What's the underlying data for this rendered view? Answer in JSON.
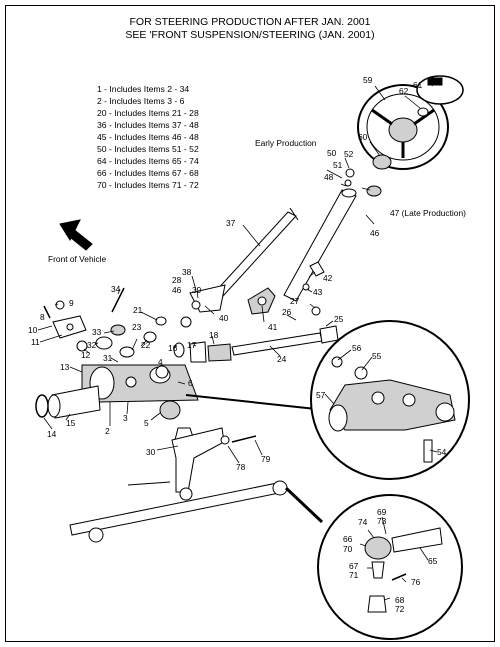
{
  "header": {
    "line1": "FOR STEERING PRODUCTION AFTER JAN. 2001",
    "line2": "SEE 'FRONT SUSPENSION/STEERING (JAN. 2001)"
  },
  "includes": [
    "1 - Includes Items 2 - 34",
    "2 - Includes Items 3 - 6",
    "20 - Includes Items 21 - 28",
    "36 - Includes Items 37 - 48",
    "45 - Includes Items 46 - 48",
    "50 - Includes Items 51 - 52",
    "64 - Includes Items 65 - 74",
    "66 - Includes Items 67 - 68",
    "70 - Includes Items 71 - 72"
  ],
  "notes": {
    "early_production": "Early Production",
    "late_production": "47 (Late Production)",
    "front_of_vehicle": "Front of Vehicle"
  },
  "callouts": {
    "c61": "61",
    "c59": "59",
    "c62": "62",
    "c60": "60",
    "c50": "50",
    "c52": "52",
    "c51": "51",
    "c48": "48",
    "c46": "46",
    "c37": "37",
    "c34": "34",
    "c28": "28",
    "c46b": "46",
    "c38": "38",
    "c39": "39",
    "c41": "41",
    "c42": "42",
    "c43": "43",
    "c40": "40",
    "c27": "27",
    "c26": "26",
    "c25": "25",
    "c8": "8",
    "c9": "9",
    "c10": "10",
    "c11": "11",
    "c33": "33",
    "c21": "21",
    "c22": "22",
    "c23": "23",
    "c32": "32",
    "c12": "12",
    "c31": "31",
    "c16": "16",
    "c17": "17",
    "c18": "18",
    "c13": "13",
    "c4": "4",
    "c24": "24",
    "c6": "6",
    "c14": "14",
    "c15": "15",
    "c2": "2",
    "c3": "3",
    "c5": "5",
    "c30": "30",
    "c78": "78",
    "c79": "79",
    "c56": "56",
    "c55": "55",
    "c57": "57",
    "c54": "54",
    "c69": "69",
    "c73": "73",
    "c74": "74",
    "c66": "66",
    "c70": "70",
    "c65": "65",
    "c67": "67",
    "c71": "71",
    "c76": "76",
    "c68": "68",
    "c72": "72"
  },
  "colors": {
    "line": "#000000",
    "fill": "#ffffff",
    "shade": "#d0d0d0"
  }
}
